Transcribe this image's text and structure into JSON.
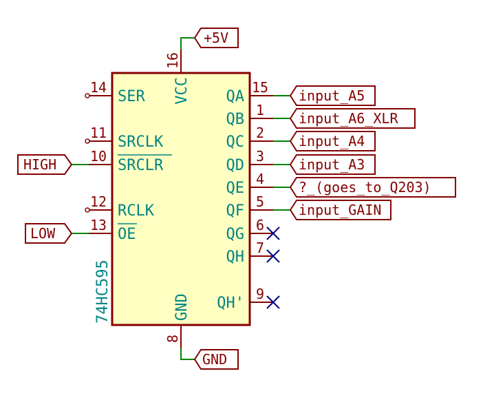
{
  "component": {
    "value": "74HC595"
  },
  "pins": {
    "ser": {
      "name": "SER",
      "number": "14"
    },
    "srclk": {
      "name": "SRCLK",
      "number": "11"
    },
    "srclr": {
      "name": "SRCLR",
      "number": "10"
    },
    "rclk": {
      "name": "RCLK",
      "number": "12"
    },
    "oe": {
      "name": "OE",
      "number": "13"
    },
    "vcc": {
      "name": "VCC",
      "number": "16"
    },
    "gnd": {
      "name": "GND",
      "number": "8"
    },
    "qa": {
      "name": "QA",
      "number": "15"
    },
    "qb": {
      "name": "QB",
      "number": "1"
    },
    "qc": {
      "name": "QC",
      "number": "2"
    },
    "qd": {
      "name": "QD",
      "number": "3"
    },
    "qe": {
      "name": "QE",
      "number": "4"
    },
    "qf": {
      "name": "QF",
      "number": "5"
    },
    "qg": {
      "name": "QG",
      "number": "6"
    },
    "qh": {
      "name": "QH",
      "number": "7"
    },
    "qhp": {
      "name": "QH'",
      "number": "9"
    }
  },
  "labels": {
    "vcc": "+5V",
    "gnd": "GND",
    "srclr": "HIGH",
    "oe": "LOW",
    "qa": "input_A5",
    "qb": "input_A6_XLR",
    "qc": "input_A4",
    "qd": "input_A3",
    "qe": "?_(goes_to_Q203)",
    "qf": "input_GAIN"
  },
  "colors": {
    "pin": "#840000",
    "body_fill": "#ffffc2",
    "wire": "#008400",
    "pin_name": "#008484",
    "no_connect": "#000084"
  }
}
